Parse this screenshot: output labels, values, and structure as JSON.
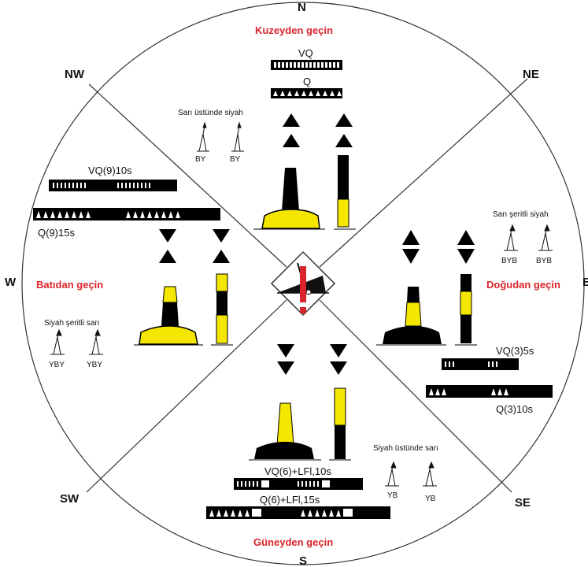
{
  "colors": {
    "yellow": "#f5e600",
    "black": "#000000",
    "red": "#d9242b",
    "line": "#333333"
  },
  "directions": {
    "n": "N",
    "s": "S",
    "w": "W",
    "e": "E",
    "nw": "NW",
    "ne": "NE",
    "sw": "SW",
    "se": "SE"
  },
  "north": {
    "heading": "Kuzeyden geçin",
    "light_a": "VQ",
    "light_b": "Q",
    "color_text": "Sarı üstünde siyah",
    "small_a": "BY",
    "small_b": "BY"
  },
  "west": {
    "heading": "Batıdan geçin",
    "light_a": "VQ(9)10s",
    "light_b": "Q(9)15s",
    "color_text": "Siyah şeritli sarı",
    "small_a": "YBY",
    "small_b": "YBY"
  },
  "east": {
    "heading": "Doğudan geçin",
    "light_a": "VQ(3)5s",
    "light_b": "Q(3)10s",
    "color_text": "Sarı şeritli siyah",
    "small_a": "BYB",
    "small_b": "BYB"
  },
  "south": {
    "heading": "Güneyden geçin",
    "light_a": "VQ(6)+LFl,10s",
    "light_b": "Q(6)+LFl,15s",
    "color_text": "Siyah üstünde sarı",
    "small_a": "YB",
    "small_b": "YB"
  },
  "center_icon": "danger-warning-icon"
}
